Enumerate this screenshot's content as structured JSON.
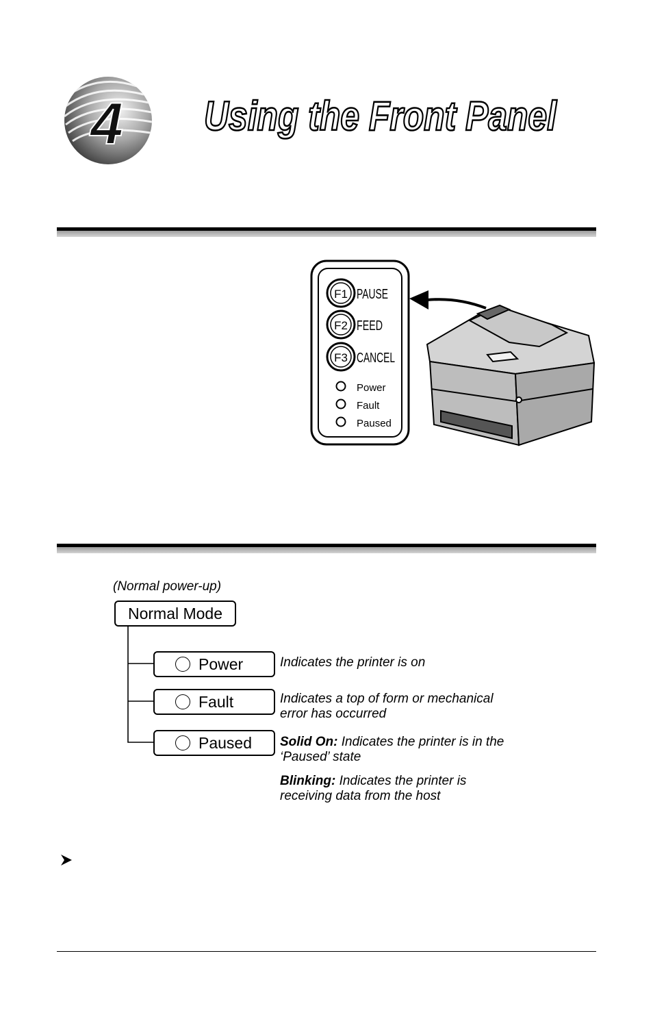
{
  "chapter": {
    "number": "4",
    "title": "Using the Front Panel"
  },
  "front_panel": {
    "buttons": [
      {
        "key": "F1",
        "label": "PAUSE"
      },
      {
        "key": "F2",
        "label": "FEED"
      },
      {
        "key": "F3",
        "label": "CANCEL"
      }
    ],
    "indicators": [
      "Power",
      "Fault",
      "Paused"
    ]
  },
  "lights_diagram": {
    "caption": "(Normal power-up)",
    "mode": "Normal Mode",
    "leds": [
      {
        "label": "Power",
        "desc_lines": [
          "Indicates the printer is on"
        ]
      },
      {
        "label": "Fault",
        "desc_lines": [
          "Indicates a top of form or mechanical",
          "error has occurred"
        ]
      },
      {
        "label": "Paused",
        "lead": "Solid On:",
        "desc_lines": [
          "Indicates the printer is in the",
          "‘Paused’ state"
        ]
      }
    ],
    "blinking": {
      "lead": "Blinking:",
      "desc_lines": [
        "Indicates the printer is",
        "receiving data from the host"
      ]
    }
  },
  "icons": {
    "chapter_badge": "chapter-number-sphere-icon",
    "bullet": "bullet-arrow-icon",
    "printer": "printer-illustration"
  }
}
